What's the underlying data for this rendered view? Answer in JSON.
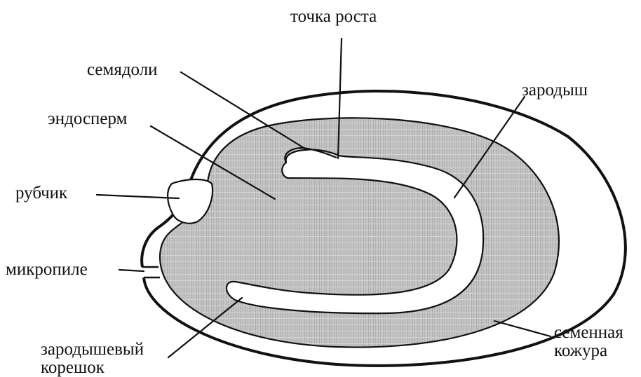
{
  "labels": {
    "growth_point": "точка роста",
    "cotyledons": "семядоли",
    "endosperm": "эндосперм",
    "hilum": "рубчик",
    "micropyle": "микропиле",
    "radicle_line1": "зародышевый",
    "radicle_line2": "корешок",
    "embryo": "зародыш",
    "seed_coat_line1": "семенная",
    "seed_coat_line2": "кожура"
  },
  "colors": {
    "outline": "#111111",
    "endosperm_fill": "#bdbdbd",
    "background": "#ffffff"
  }
}
